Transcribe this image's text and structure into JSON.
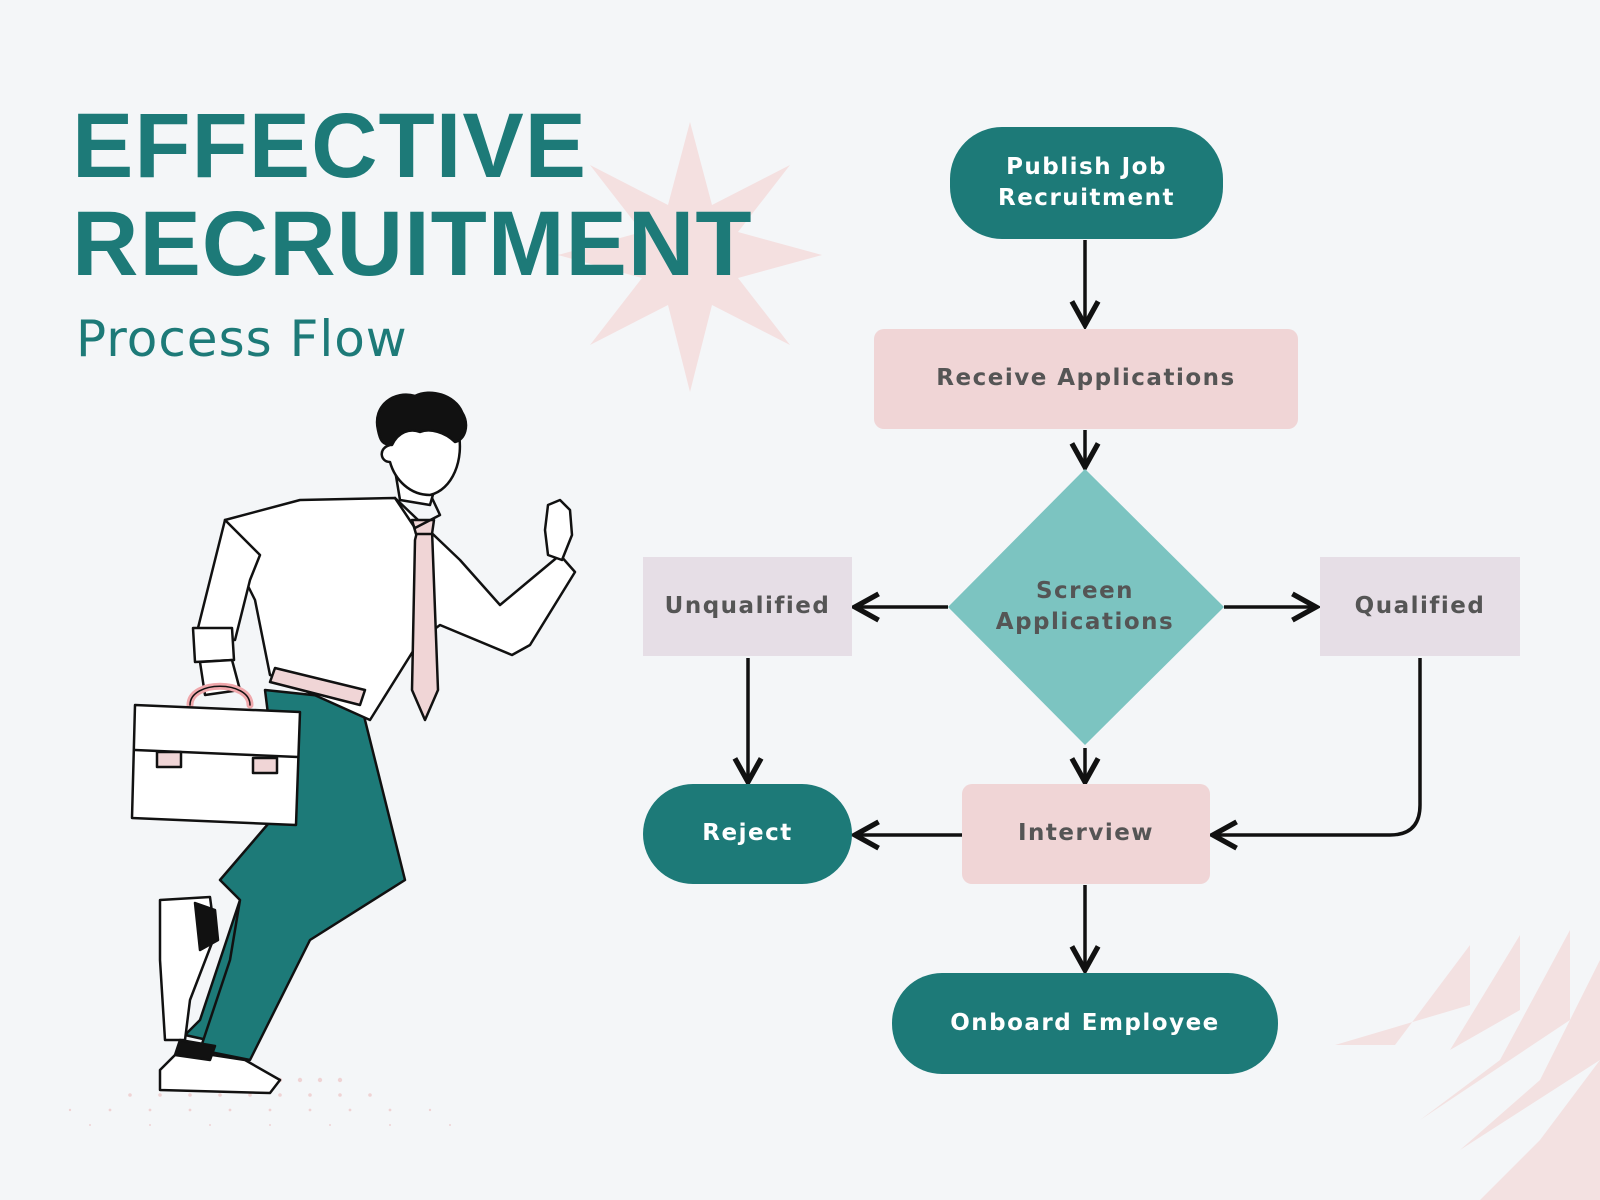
{
  "header": {
    "title_line_1": "EFFECTIVE",
    "title_line_2": "RECRUITMENT",
    "subtitle": "Process Flow"
  },
  "flow": {
    "publish": "Publish Job Recruitment",
    "receive": "Receive Applications",
    "screen": "Screen Applications",
    "unqualified": "Unqualified",
    "qualified": "Qualified",
    "reject": "Reject",
    "interview": "Interview",
    "onboard": "Onboard Employee"
  },
  "colors": {
    "background": "#f4f6f8",
    "teal_dark": "#1d7a78",
    "teal_light": "#7cc4c1",
    "pink": "#f0d5d6",
    "lavender": "#e6dee6",
    "arrow": "#111111"
  },
  "illustration": {
    "subject": "running businessman with briefcase",
    "icon": "businessman-icon"
  }
}
